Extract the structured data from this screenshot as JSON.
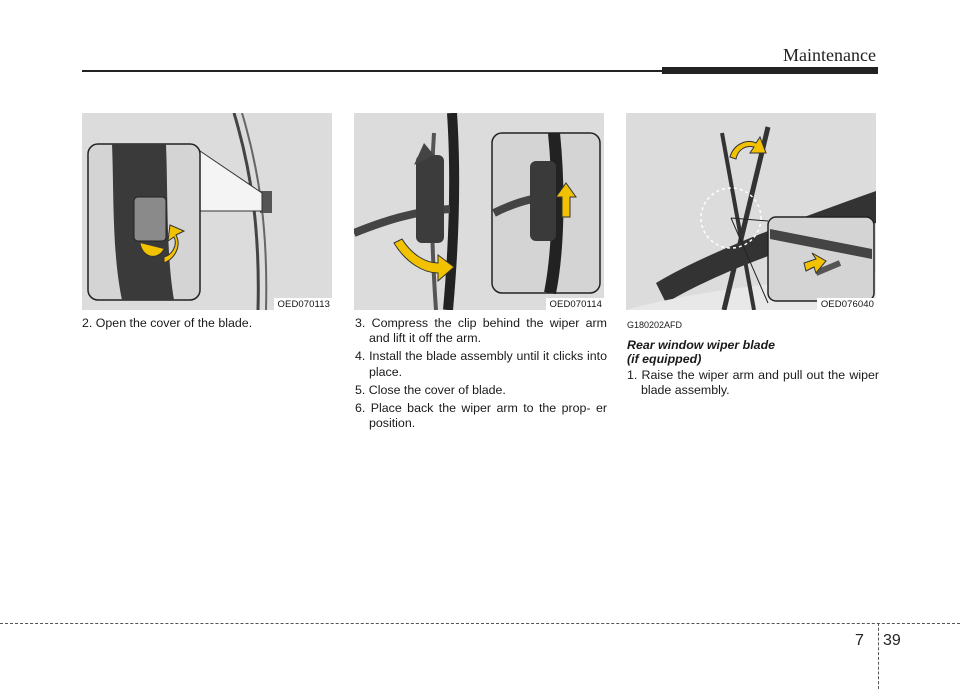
{
  "header": {
    "section_title": "Maintenance"
  },
  "figures": [
    {
      "code": "OED070113",
      "icon": "wiper-blade-cover-open-illustration"
    },
    {
      "code": "OED070114",
      "icon": "wiper-blade-clip-release-illustration"
    },
    {
      "code": "OED076040",
      "icon": "rear-wiper-illustration"
    }
  ],
  "columns": {
    "left": {
      "steps": [
        "2. Open the cover of the blade."
      ]
    },
    "middle": {
      "steps": [
        "3. Compress the clip behind the wiper arm and lift it off the arm.",
        "4. Install the blade assembly until it clicks into place.",
        "5. Close the cover of blade.",
        "6. Place back the wiper arm to the prop- er position."
      ]
    },
    "right": {
      "code": "G180202AFD",
      "subheading_line1": "Rear window wiper blade",
      "subheading_line2": "(if equipped)",
      "steps": [
        "1. Raise the wiper arm and pull out the wiper blade assembly."
      ]
    }
  },
  "footer": {
    "chapter": "7",
    "page": "39"
  },
  "colors": {
    "arrow": "#f2c200",
    "figure_bg": "#dcdcdc",
    "rule": "#222222"
  }
}
